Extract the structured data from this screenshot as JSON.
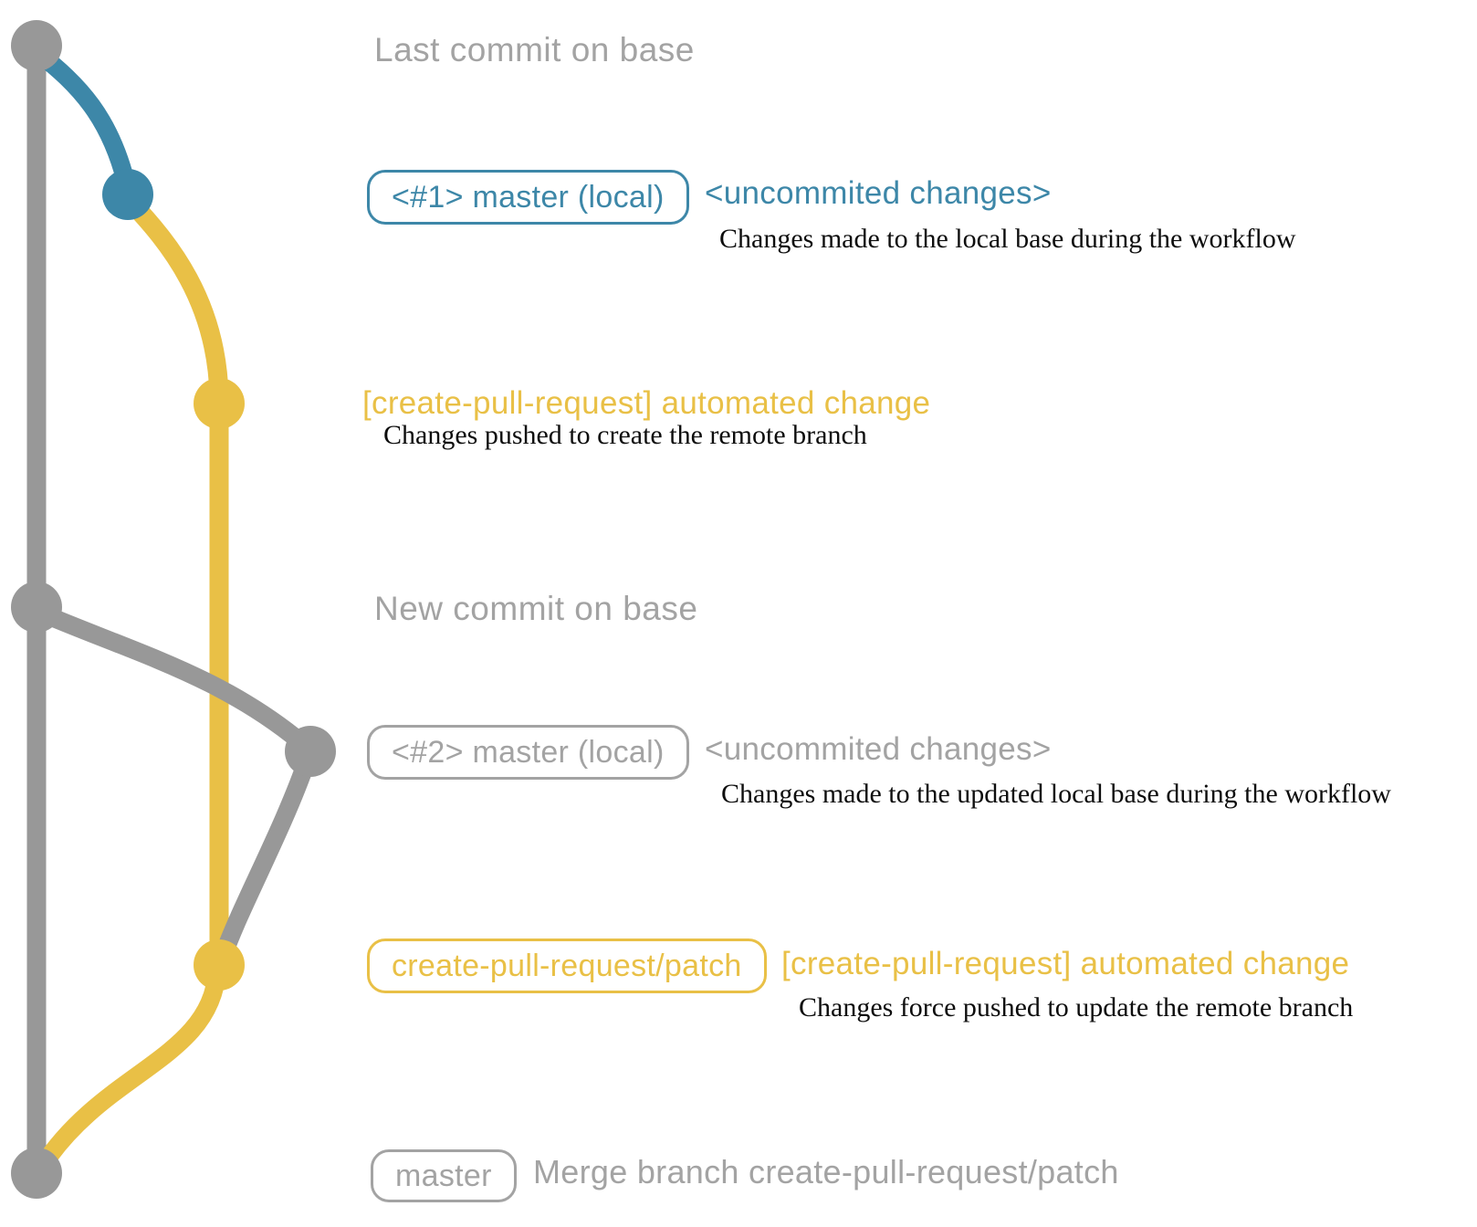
{
  "colors": {
    "base_gray": "#989898",
    "local_blue": "#3d87a8",
    "patch_yellow": "#e9c046",
    "text_gray": "#a3a3a3",
    "desc_black": "#0d0d0d"
  },
  "sections": {
    "last_commit": {
      "heading": "Last commit on base"
    },
    "local_commit_1": {
      "badge": "<#1> master (local)",
      "note": "<uncommited changes>",
      "desc": "Changes made to the local base during the workflow"
    },
    "push_1": {
      "note": "[create-pull-request] automated change",
      "desc": "Changes pushed to create the remote branch"
    },
    "new_commit": {
      "heading": "New commit on base"
    },
    "local_commit_2": {
      "badge": "<#2> master (local)",
      "note": "<uncommited changes>",
      "desc": "Changes made to the updated local base during the workflow"
    },
    "push_2": {
      "badge": "create-pull-request/patch",
      "note": "[create-pull-request] automated change",
      "desc": "Changes force pushed to update the remote branch"
    },
    "merge": {
      "badge": "master",
      "note": "Merge branch create-pull-request/patch"
    }
  }
}
